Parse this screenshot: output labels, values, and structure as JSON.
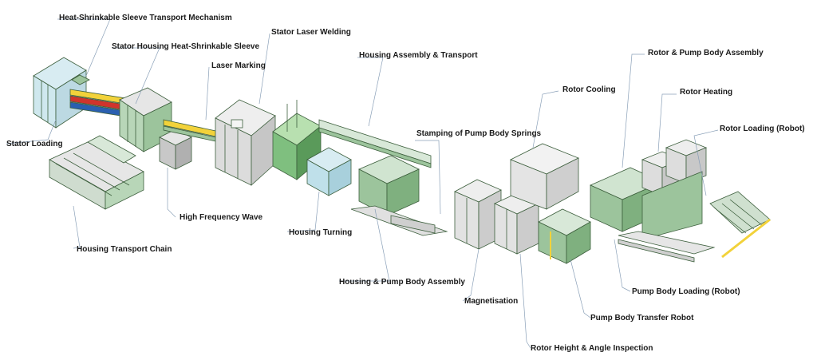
{
  "labels": {
    "heat_sleeve_transport": "Heat-Shrinkable Sleeve Transport Mechanism",
    "stator_housing_sleeve": "Stator Housing Heat-Shrinkable Sleeve",
    "stator_laser_welding": "Stator Laser Welding",
    "laser_marking": "Laser Marking",
    "housing_assembly_transport": "Housing Assembly & Transport",
    "rotor_pump_assembly": "Rotor & Pump Body Assembly",
    "rotor_cooling": "Rotor Cooling",
    "rotor_heating": "Rotor Heating",
    "stamping_springs": "Stamping of Pump Body Springs",
    "rotor_loading_robot": "Rotor Loading (Robot)",
    "stator_loading": "Stator Loading",
    "high_frequency_wave": "High Frequency Wave",
    "housing_turning": "Housing Turning",
    "housing_transport_chain": "Housing Transport Chain",
    "housing_pump_assembly": "Housing & Pump Body Assembly",
    "pump_body_loading_robot": "Pump Body Loading (Robot)",
    "magnetisation": "Magnetisation",
    "pump_body_transfer_robot": "Pump Body Transfer Robot",
    "rotor_height_angle": "Rotor Height & Angle Inspection"
  },
  "colors": {
    "frame": "#5a8a5a",
    "frame_light": "#9cc49c",
    "glass": "#cfe8ee",
    "panel": "#e6e6e6",
    "line": "#8aa0b8",
    "accent_yellow": "#f2d23a",
    "accent_red": "#d0342c",
    "accent_blue": "#2a5fb0"
  }
}
